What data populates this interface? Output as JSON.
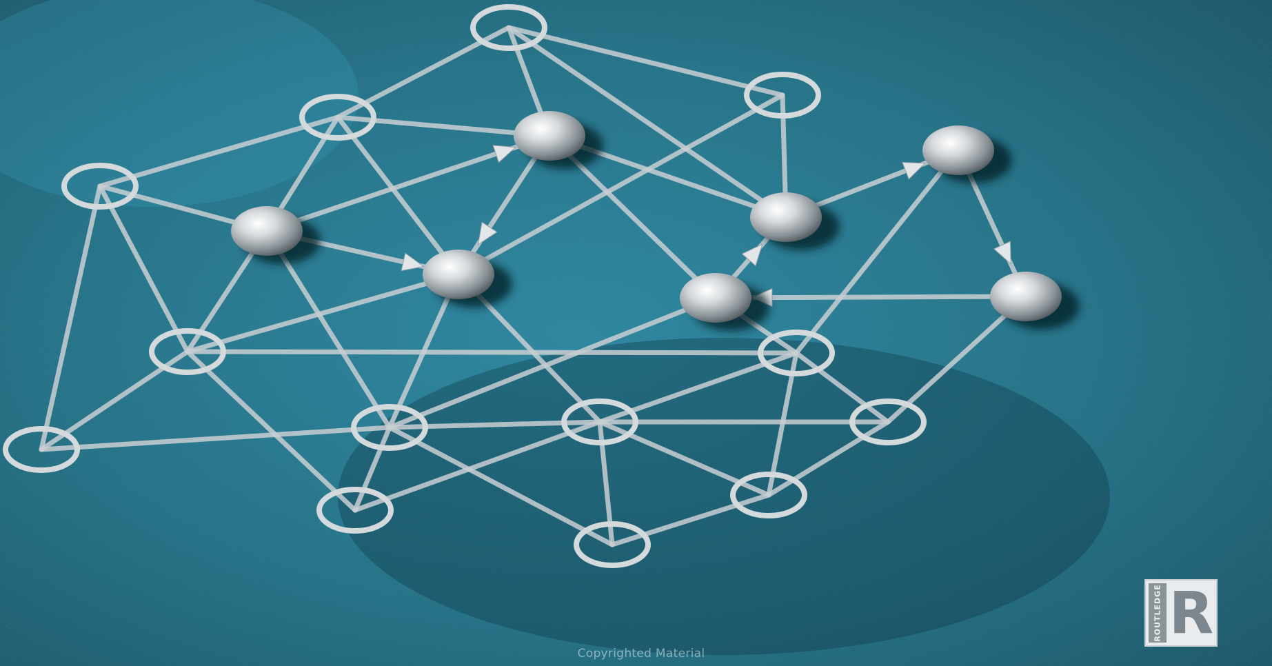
{
  "image": {
    "subject": "network-graph",
    "background_colors": [
      "#1f6f86",
      "#2a8aa6",
      "#0f3e50"
    ],
    "edge_color": "#c9cfd3",
    "open_node_stroke": "#d4d9dc",
    "solid_node_color": "#b7bcc0"
  },
  "copyright": {
    "text": "Copyrighted Material"
  },
  "publisher_logo": {
    "letter": "R",
    "strip_text": "ROUTLEDGE"
  }
}
